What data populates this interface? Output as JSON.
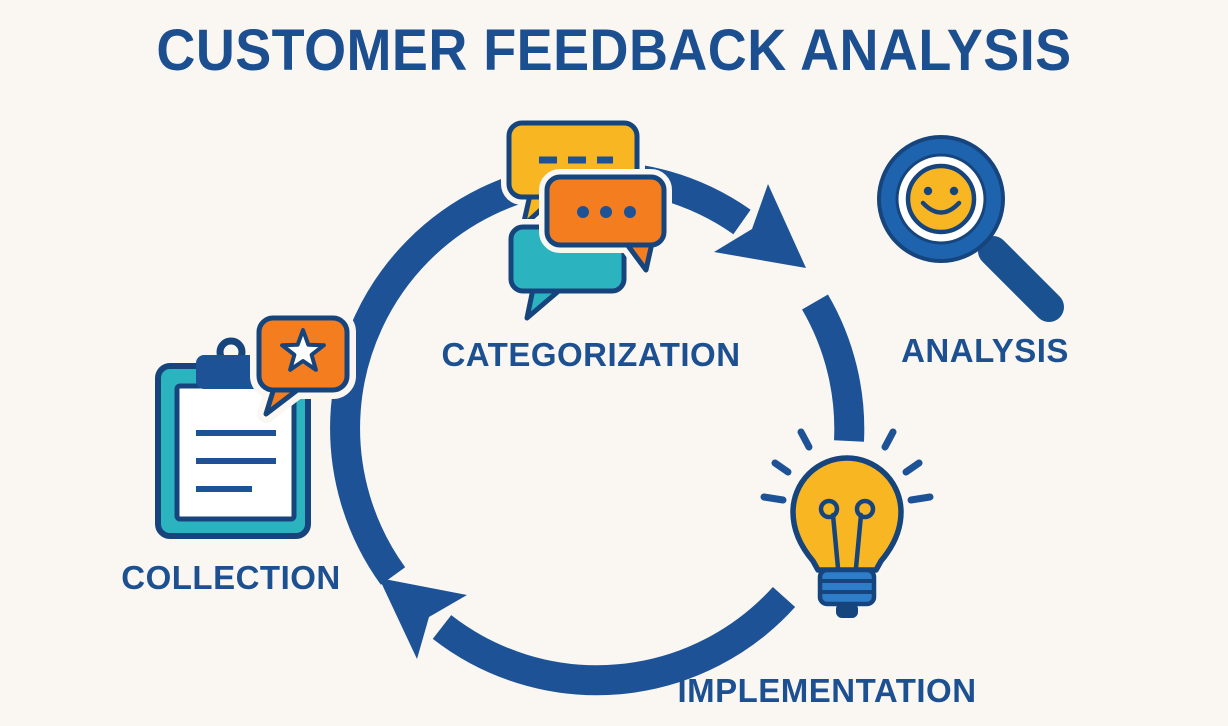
{
  "title": "CUSTOMER FEEDBACK ANALYSIS",
  "stages": [
    {
      "id": "collection",
      "label": "COLLECTION",
      "icon": "clipboard-with-star-bubble-icon"
    },
    {
      "id": "categorization",
      "label": "CATEGORIZATION",
      "icon": "chat-bubbles-icon"
    },
    {
      "id": "analysis",
      "label": "ANALYSIS",
      "icon": "magnifier-smiley-icon"
    },
    {
      "id": "implementation",
      "label": "IMPLEMENTATION",
      "icon": "lightbulb-icon"
    }
  ],
  "cycle": {
    "direction": "clockwise",
    "arrowheads": 2
  },
  "colors": {
    "primary_blue": "#1d5396",
    "outline_navy": "#16457e",
    "accent_yellow": "#f8b622",
    "accent_orange": "#f47d20",
    "accent_teal": "#2cb3c0",
    "background": "#faf7f2",
    "label_text": "#1d5091"
  }
}
